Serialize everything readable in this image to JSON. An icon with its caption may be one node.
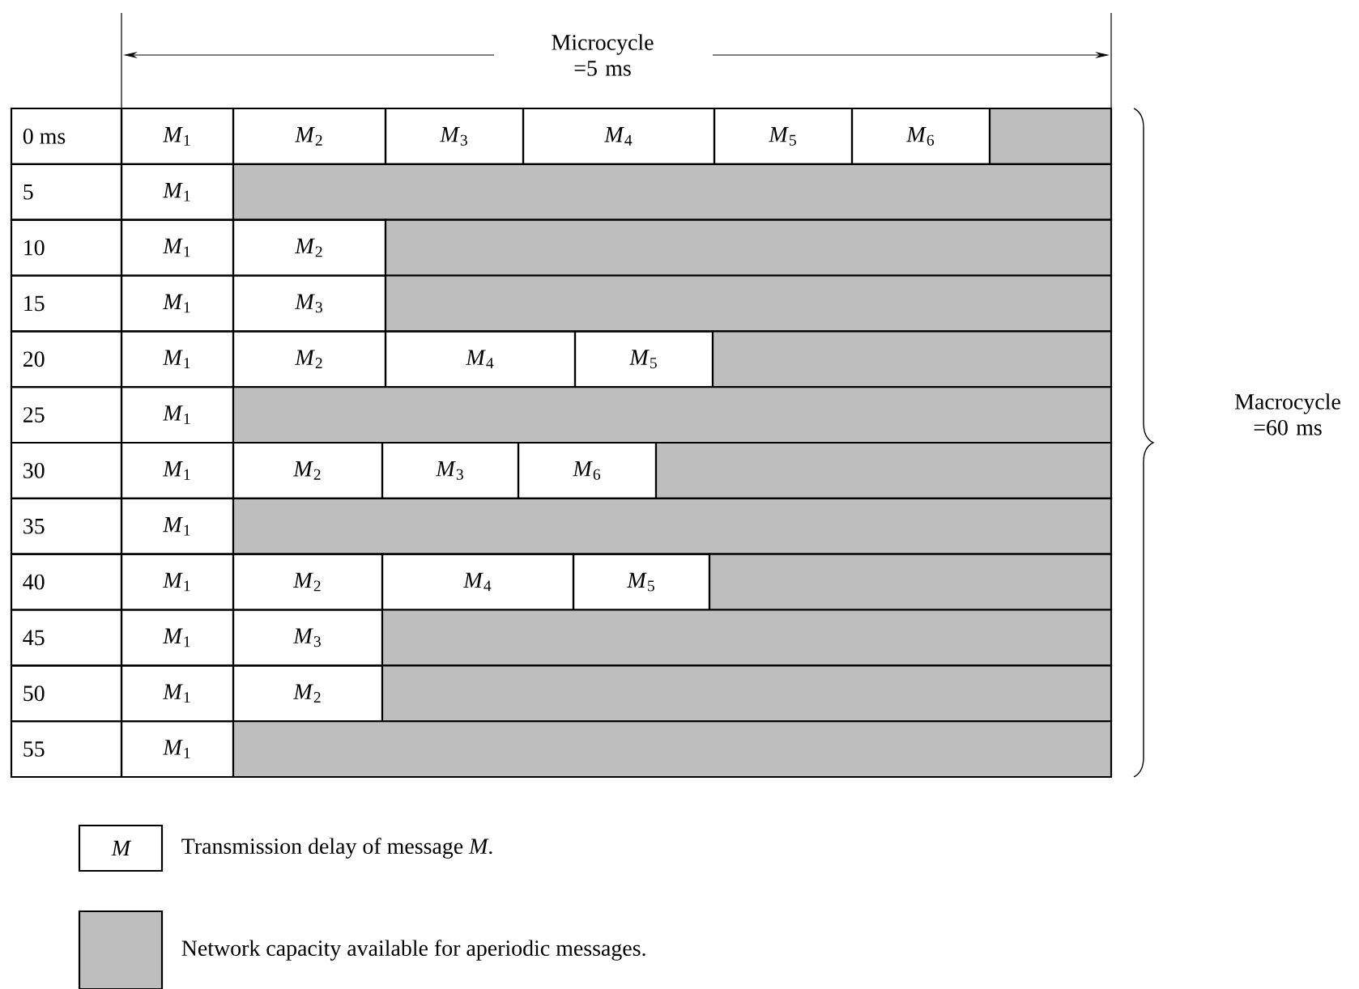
{
  "diagram": {
    "labels": [
      "Microcycle =5 ms",
      "0 ms",
      "*M*$_{1}$",
      "*M*$_{2}$",
      "*M*$_{3}$",
      "*M*$_{4}$",
      "*M*$_{5}$",
      "*M*$_{6}$",
      "5",
      "*M*$_{1}$",
      "10",
      "*M*$_{1}$",
      "*M*$_{2}$",
      "15",
      "*M*$_{1}$",
      "*M*$_{3}$",
      "20",
      "*M*$_{1}$",
      "*M*$_{2}$",
      "*M*$_{4}$",
      "*M*$_{5}$",
      "25",
      "*M*$_{1}$",
      "30",
      "*M*$_{1}$",
      "*M*$_{2}$",
      "*M*$_{3}$",
      "*M*$_{6}$",
      "35",
      "*M*$_{1}$",
      "40",
      "*M*$_{1}$",
      "*M*$_{2}$",
      "*M*$_{4}$",
      "*M*$_{5}$",
      "45",
      "*M*$_{1}$",
      "*M*$_{3}$",
      "50",
      "*M*$_{1}$",
      "*M*$_{2}$",
      "55",
      "*M*$_{1}$",
      "Macrocycle =60 ms",
      "*M*"
    ],
    "nodes": [
      {
        "text": [],
        "shape": "bar"
      },
      {
        "text": [],
        "shape": "bar"
      },
      {
        "text": [],
        "shape": "bar"
      },
      {
        "text": [],
        "shape": "bar"
      },
      {
        "text": [],
        "shape": "bar"
      },
      {
        "text": [],
        "shape": "bar"
      },
      {
        "text": [],
        "shape": "bar"
      },
      {
        "text": [],
        "shape": "bar"
      },
      {
        "text": [],
        "shape": "bar"
      },
      {
        "text": [],
        "shape": "bar"
      },
      {
        "text": [],
        "shape": "bar"
      },
      {
        "text": [],
        "shape": "bar"
      }
    ],
    "legend": [
      {
        "text": "Transmission delay of message *M*."
      },
      {
        "text": "Network capacity available for aperiodic messages.",
        "color": "#bebebe"
      }
    ]
  }
}
